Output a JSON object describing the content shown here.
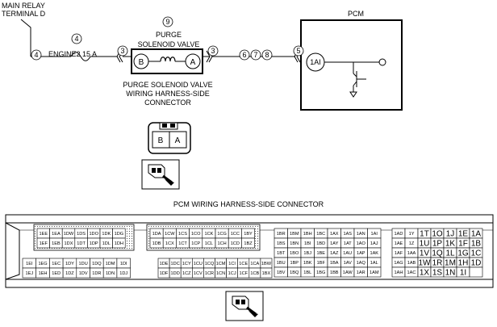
{
  "labels": {
    "main_relay": [
      "MAIN RELAY",
      "TERMINAL D"
    ],
    "fuse": "ENGINE2 15 A",
    "solenoid_title": [
      "PURGE",
      "SOLENOID VALVE"
    ],
    "solenoid_pins": [
      "B",
      "A"
    ],
    "pcm": "PCM",
    "pcm_pin": "1AI",
    "harness_title": [
      "PURGE SOLENOID VALVE",
      "WIRING HARNESS-SIDE",
      "CONNECTOR"
    ],
    "pcm_harness_title": "PCM WIRING HARNESS-SIDE CONNECTOR"
  },
  "callouts": {
    "c4_left": "4",
    "c4_top": "4",
    "c3_left": "3",
    "c3_right": "3",
    "c9": "9",
    "c6": "6",
    "c7": "7",
    "c8": "8",
    "c5": "5"
  },
  "connector_front": [
    "B",
    "A"
  ],
  "pcm_blocks": [
    {
      "rows": [
        [
          "1EE",
          "1EA",
          "1DW",
          "1DS",
          "1DO",
          "1DK",
          "1DG"
        ],
        [
          "1EF",
          "1EB",
          "1DX",
          "1DT",
          "1DP",
          "1DL",
          "1DH"
        ]
      ]
    },
    {
      "rows": [
        [
          "1DA",
          "1CW",
          "1CS",
          "1CO",
          "1CK",
          "1CG",
          "1CC",
          "1BY"
        ],
        [
          "1DB",
          "1CX",
          "1CT",
          "1CP",
          "1CL",
          "1CH",
          "1CD",
          "1BZ"
        ]
      ]
    },
    {
      "rows": [
        [
          "1EI",
          "1EG",
          "1EC",
          "1DY",
          "1DU",
          "1DQ",
          "1DM",
          "1DI"
        ],
        [
          "1EJ",
          "1EH",
          "1ED",
          "1DZ",
          "1DV",
          "1DR",
          "1DN",
          "1DJ"
        ]
      ]
    },
    {
      "rows": [
        [
          "1DE",
          "1DC",
          "1CY",
          "1CU",
          "1CQ",
          "1CM",
          "1CI",
          "1CE",
          "1CA",
          "1BW"
        ],
        [
          "1DF",
          "1DD",
          "1CZ",
          "1CV",
          "1CR",
          "1CN",
          "1CJ",
          "1CF",
          "1CB",
          "1BX"
        ]
      ]
    },
    {
      "rows": [
        [
          "1BR",
          "1BM",
          "1BH",
          "1BC",
          "1AX",
          "1AS",
          "1AN",
          "1AI"
        ],
        [
          "1BS",
          "1BN",
          "1BI",
          "1BD",
          "1AY",
          "1AT",
          "1AO",
          "1AJ"
        ],
        [
          "1BT",
          "1BO",
          "1BJ",
          "1BE",
          "1AZ",
          "1AU",
          "1AP",
          "1AK"
        ],
        [
          "1BU",
          "1BP",
          "1BK",
          "1BF",
          "1BA",
          "1AV",
          "1AQ",
          "1AL"
        ],
        [
          "1BV",
          "1BQ",
          "1BL",
          "1BG",
          "1BB",
          "1AW",
          "1AR",
          "1AM"
        ]
      ]
    },
    {
      "rows": [
        [
          "1AD",
          "1Y",
          "1T",
          "1O",
          "1J",
          "1E",
          "1A"
        ],
        [
          "1AE",
          "1Z",
          "1U",
          "1P",
          "1K",
          "1F",
          "1B"
        ],
        [
          "1AF",
          "1AA",
          "1V",
          "1Q",
          "1L",
          "1G",
          "1C"
        ],
        [
          "1AG",
          "1AB",
          "1W",
          "1R",
          "1M",
          "1H",
          "1D"
        ],
        [
          "1AH",
          "1AC",
          "1X",
          "1S",
          "1N",
          "1I",
          ""
        ]
      ]
    }
  ]
}
